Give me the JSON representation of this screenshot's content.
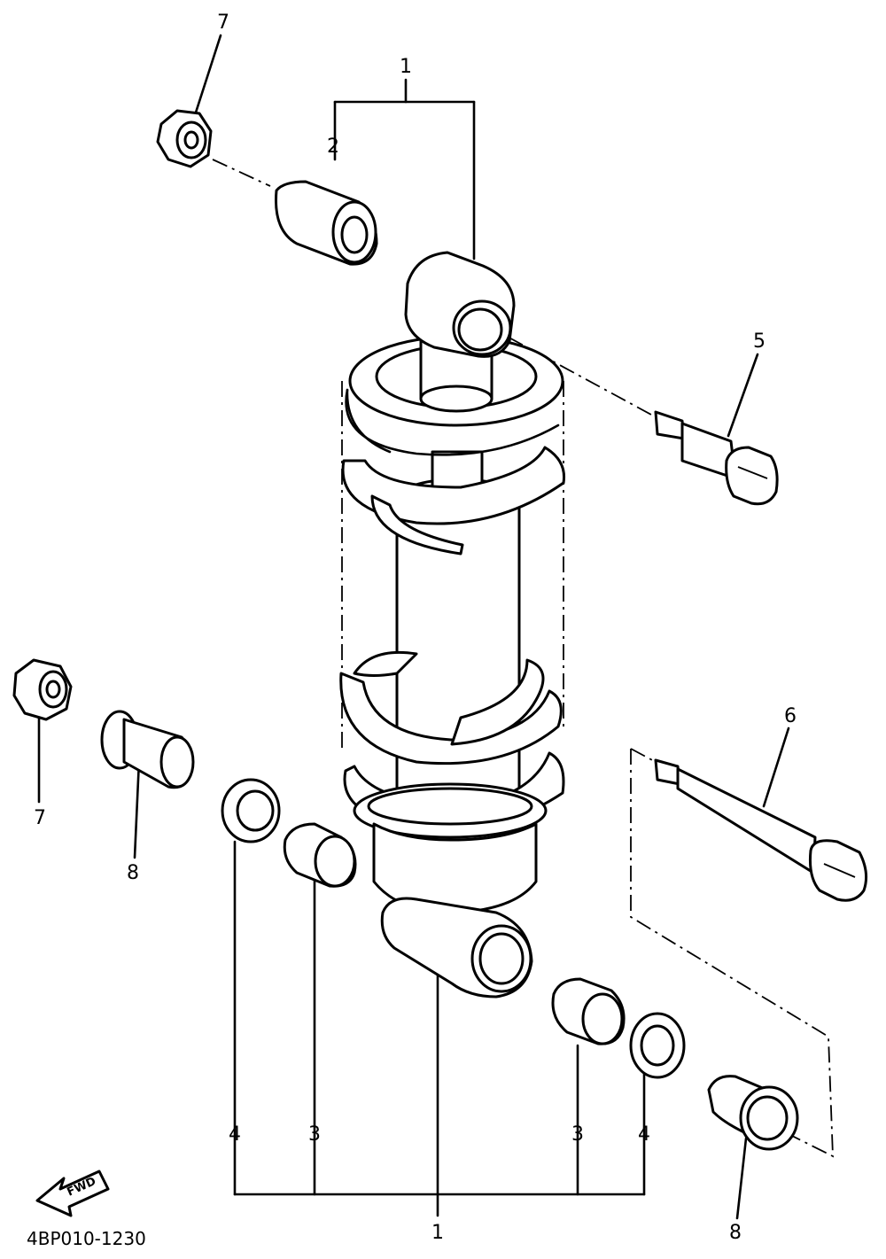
{
  "diagram_code": "4BP010-1230",
  "fwd_label": "FWD",
  "callouts": {
    "c1_top": "1",
    "c1_bottom": "1",
    "c2": "2",
    "c3_left": "3",
    "c3_right": "3",
    "c4_left": "4",
    "c4_right": "4",
    "c5": "5",
    "c6": "6",
    "c7_top": "7",
    "c7_left": "7",
    "c8_left": "8",
    "c8_bottom": "8"
  }
}
